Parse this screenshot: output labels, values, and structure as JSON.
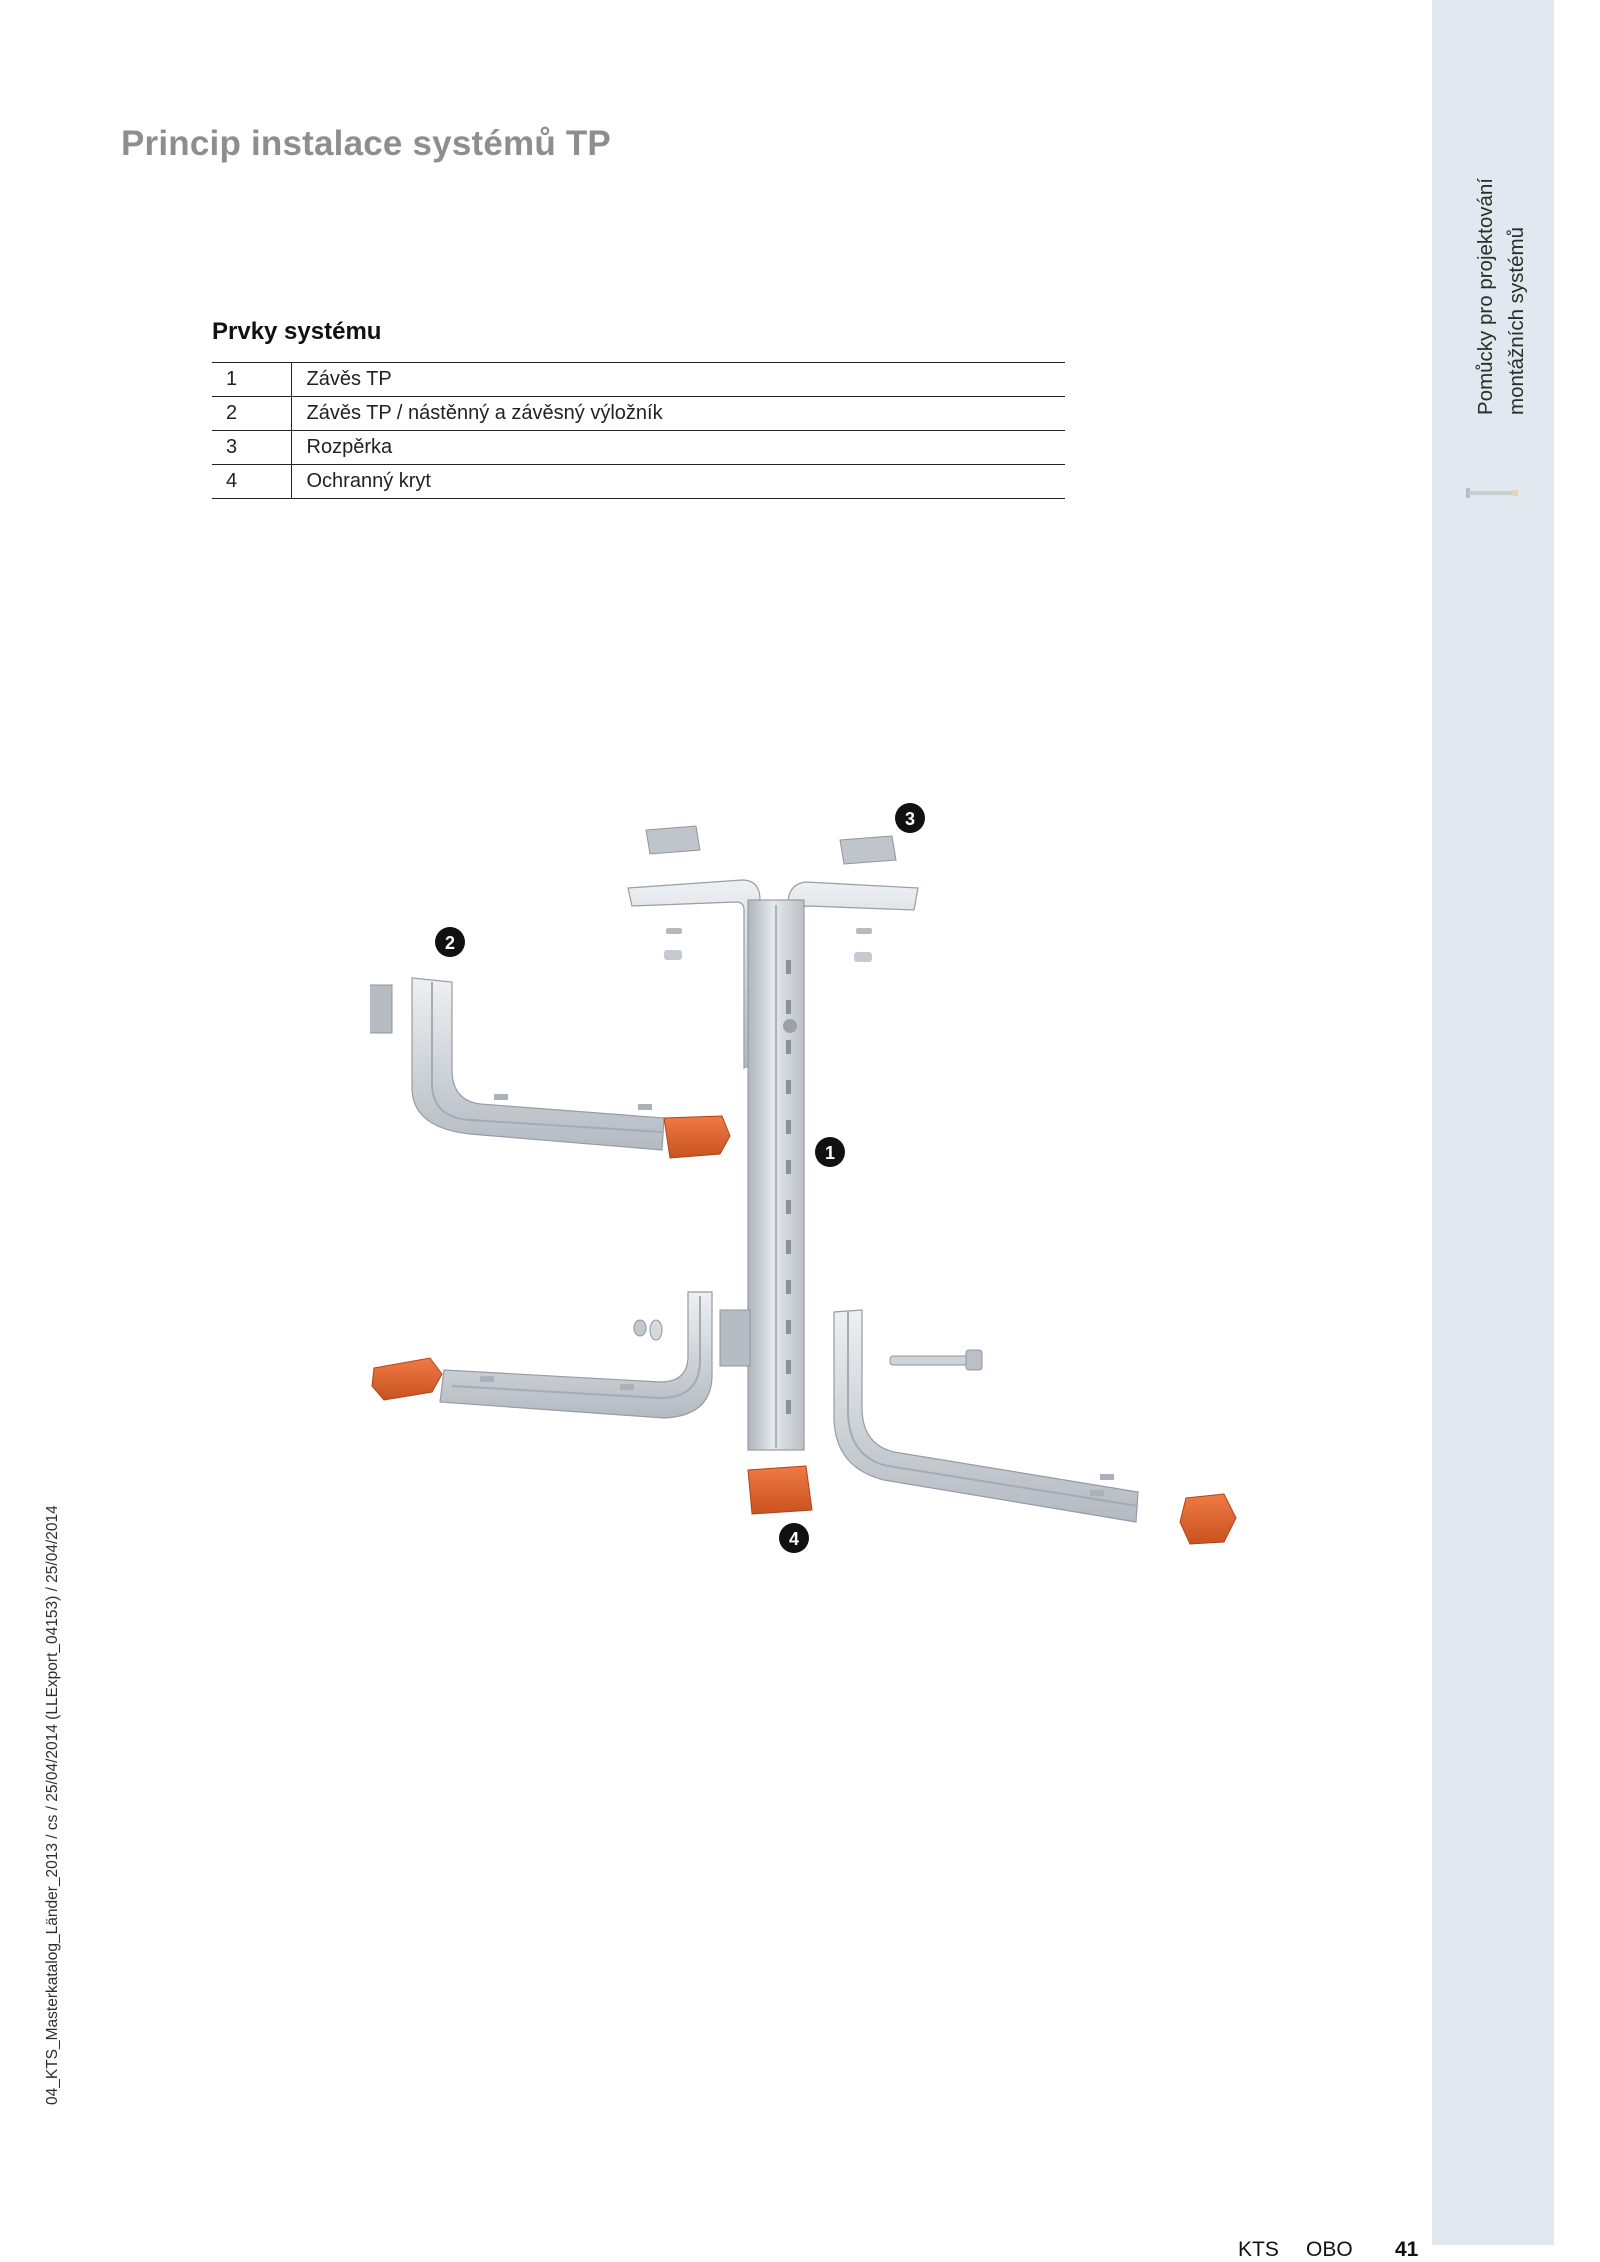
{
  "page": {
    "title": "Princip instalace systémů TP",
    "sidebar_lines": [
      "Pomůcky pro projektování",
      "montážních systémů"
    ],
    "left_margin_text": "04_KTS_Masterkatalog_Länder_2013 / cs / 25/04/2014 (LLExport_04153) / 25/04/2014"
  },
  "section": {
    "title": "Prvky systému",
    "rows": [
      {
        "num": "1",
        "name": "Závěs TP"
      },
      {
        "num": "2",
        "name": "Závěs TP / nástěnný a závěsný výložník"
      },
      {
        "num": "3",
        "name": "Rozpěrka"
      },
      {
        "num": "4",
        "name": "Ochranný kryt"
      }
    ]
  },
  "illustration": {
    "markers": [
      "1",
      "2",
      "3",
      "4"
    ],
    "colors": {
      "steel": "#d4d9de",
      "steel_dark": "#a9b0b7",
      "cap": "#e2632e",
      "marker": "#111111"
    }
  },
  "footer": {
    "section": "KTS",
    "brand": "OBO",
    "page_number": "41"
  }
}
